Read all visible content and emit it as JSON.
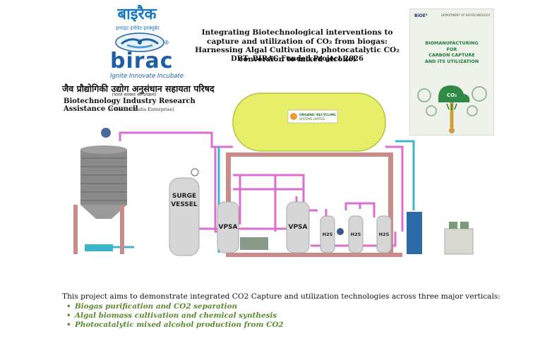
{
  "logo": {
    "hindi_name": "बाइरैक",
    "hindi_tagline": "इग्नाइट इनोवेट इनक्यूबेट",
    "name": "birac",
    "tagline": "Ignite Innovate Incubate",
    "registered_mark": "®",
    "org_hindi": "जैव प्रौद्योगिकी उद्योग अनुसंधान सहायता परिषद",
    "org_hindi_sub": "(भारत सरकार का उपक्रम)",
    "org_english": "Biotechnology Industry Research Assistance Council",
    "org_english_sub": "(A Govt. of India Enterprise)"
  },
  "title": {
    "main": "Integrating Biotechnological interventions to capture and utilization of CO₂ from biogas: Harnessing Algal Cultivation, photocatalytic CO₂ conversion to mixed alcohol",
    "funding": "DBT- BIRAC Funded Project 2026"
  },
  "cover": {
    "logo_left": "BiOE³",
    "logo_right": "DEPARTMENT OF BIOTECHNOLOGY",
    "heading_lines": [
      "BIOMANUFACTURING",
      "FOR",
      "CARBON CAPTURE",
      "AND ITS UTILIZATION"
    ],
    "cloud_label": "CO₂",
    "accent_color": "#1f7a3a",
    "bg_color": "#eef2ea"
  },
  "plant": {
    "tank_company_line1": "ORGANIC RECYCLING",
    "tank_company_line2": "SYSTEMS LIMITED",
    "surge_vessel_line1": "SURGE",
    "surge_vessel_line2": "VESSEL",
    "vpsa_left": "VPSA",
    "vpsa_right": "VPSA",
    "h2s_1": "H2S",
    "h2s_2": "H2S",
    "h2s_3": "H2S",
    "pipe_color": "#d96fd0",
    "tank_color": "#e6ee6a",
    "frame_color": "#c98a8a"
  },
  "content": {
    "intro": "This project aims to demonstrate integrated CO2 Capture and utilization technologies across three major verticals:",
    "verticals": [
      "Biogas purification and CO2 separation",
      "Algal biomass cultivation and chemical synthesis",
      "Photocatalytic mixed alcohol production from CO2"
    ]
  }
}
